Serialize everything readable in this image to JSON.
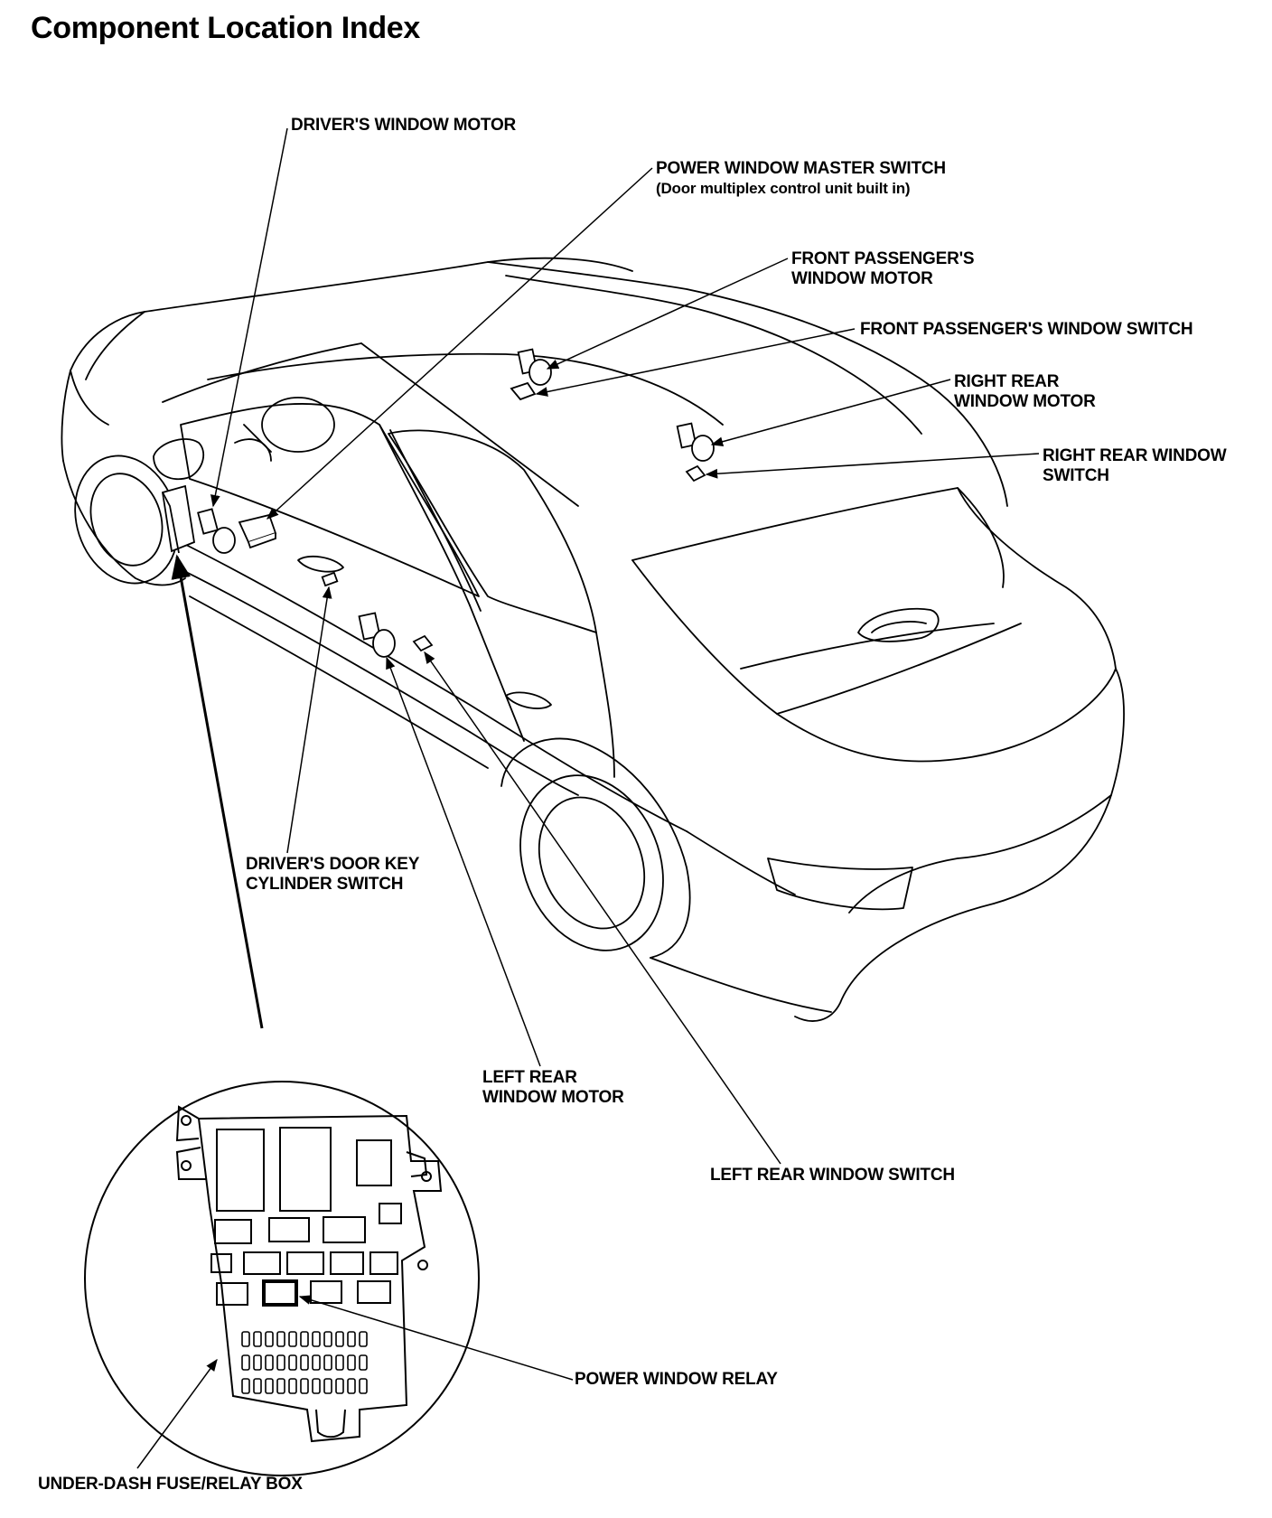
{
  "title": "Component Location Index",
  "labels": {
    "drivers_window_motor": [
      "DRIVER'S WINDOW MOTOR"
    ],
    "power_window_master_switch": [
      "POWER WINDOW MASTER SWITCH",
      "(Door multiplex control unit built in)"
    ],
    "front_passengers_window_motor": [
      "FRONT PASSENGER'S",
      "WINDOW MOTOR"
    ],
    "front_passengers_window_switch": [
      "FRONT PASSENGER'S WINDOW SWITCH"
    ],
    "right_rear_window_motor": [
      "RIGHT REAR",
      "WINDOW MOTOR"
    ],
    "right_rear_window_switch": [
      "RIGHT REAR WINDOW",
      "SWITCH"
    ],
    "drivers_door_key_cylinder_switch": [
      "DRIVER'S DOOR KEY",
      "CYLINDER SWITCH"
    ],
    "left_rear_window_motor": [
      "LEFT REAR",
      "WINDOW MOTOR"
    ],
    "left_rear_window_switch": [
      "LEFT REAR WINDOW SWITCH"
    ],
    "power_window_relay": [
      "POWER WINDOW RELAY"
    ],
    "under_dash_fuse_relay_box": [
      "UNDER-DASH FUSE/RELAY BOX"
    ]
  }
}
